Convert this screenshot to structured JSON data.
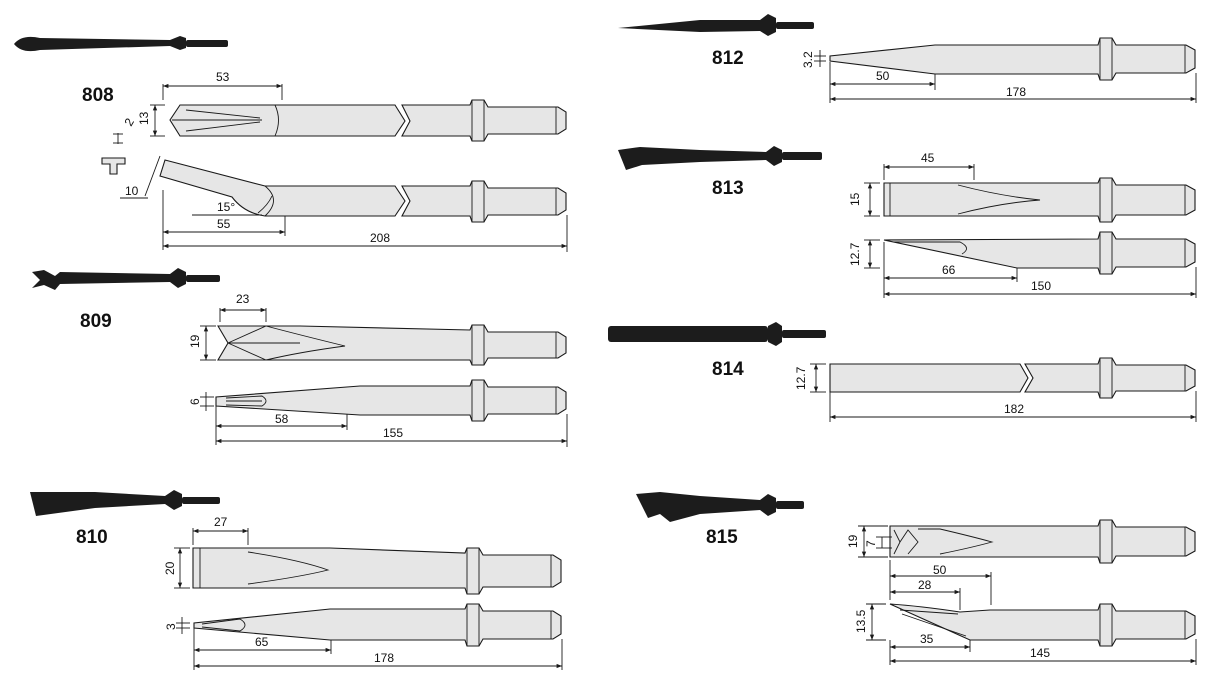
{
  "models": [
    {
      "id": "808",
      "name": "808",
      "dims": {
        "a": "53",
        "b": "13",
        "c": "2",
        "d": "10",
        "e": "15°",
        "f": "55",
        "g": "208"
      }
    },
    {
      "id": "809",
      "name": "809",
      "dims": {
        "a": "23",
        "b": "19",
        "c": "6",
        "d": "58",
        "e": "155"
      }
    },
    {
      "id": "810",
      "name": "810",
      "dims": {
        "a": "27",
        "b": "20",
        "c": "3",
        "d": "65",
        "e": "178"
      }
    },
    {
      "id": "812",
      "name": "812",
      "dims": {
        "a": "3.2",
        "b": "50",
        "c": "178"
      }
    },
    {
      "id": "813",
      "name": "813",
      "dims": {
        "a": "45",
        "b": "15",
        "c": "12.7",
        "d": "66",
        "e": "150"
      }
    },
    {
      "id": "814",
      "name": "814",
      "dims": {
        "a": "12.7",
        "b": "182"
      }
    },
    {
      "id": "815",
      "name": "815",
      "dims": {
        "a": "19",
        "b": "7",
        "c": "50",
        "d": "28",
        "e": "13.5",
        "f": "35",
        "g": "145"
      }
    }
  ],
  "colors": {
    "line": "#1a1a1a",
    "fill": "#e6e6e6",
    "photo": "#1c1c1c"
  }
}
